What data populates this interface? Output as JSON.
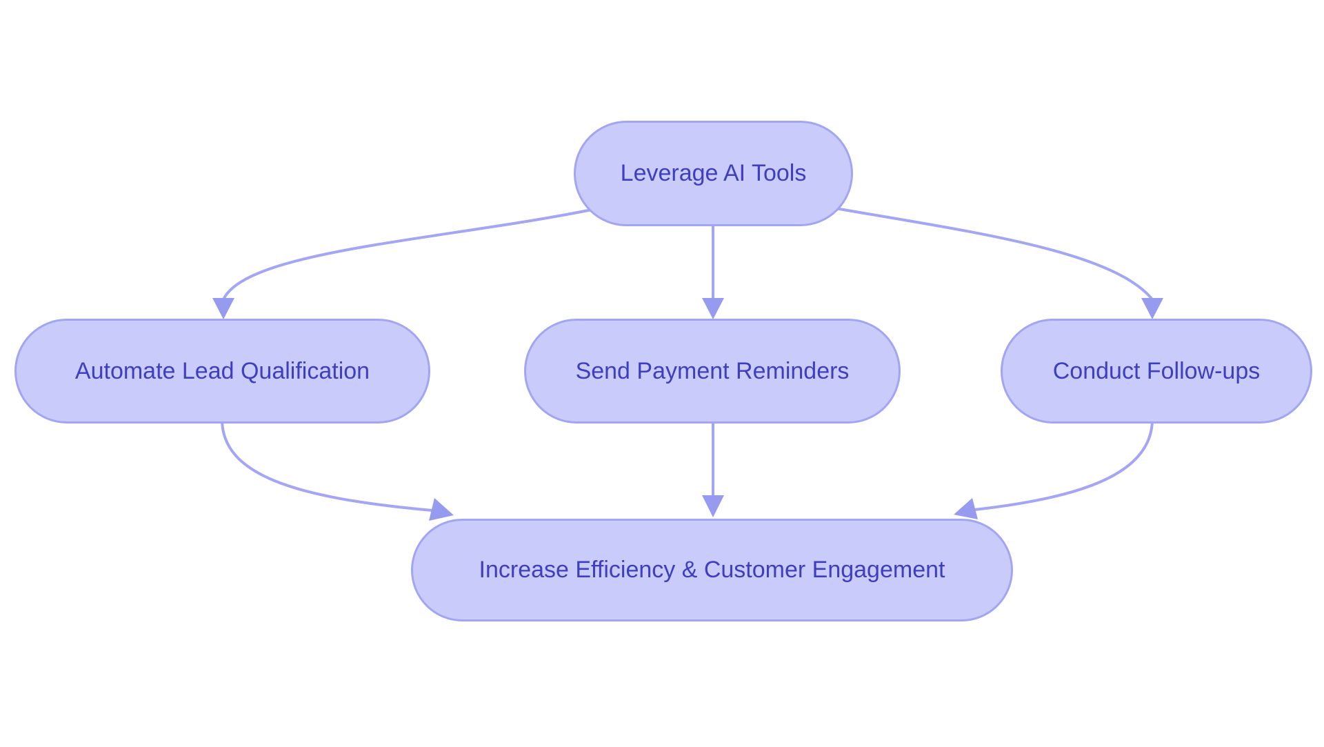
{
  "diagram": {
    "type": "flowchart",
    "direction": "top-down",
    "background_color": "#ffffff",
    "colors": {
      "node_fill": "#c9cbfa",
      "node_border": "#a1a5f3",
      "node_text": "#3d3fc0",
      "edge": "#9a9ef2"
    },
    "nodes": [
      {
        "id": "leverage-ai-tools",
        "label": "Leverage AI Tools"
      },
      {
        "id": "automate-lead-qualification",
        "label": "Automate Lead Qualification"
      },
      {
        "id": "send-payment-reminders",
        "label": "Send Payment Reminders"
      },
      {
        "id": "conduct-follow-ups",
        "label": "Conduct Follow-ups"
      },
      {
        "id": "increase-efficiency-customer-engagement",
        "label": "Increase Efficiency & Customer Engagement"
      }
    ],
    "edges": [
      {
        "from": "leverage-ai-tools",
        "to": "automate-lead-qualification"
      },
      {
        "from": "leverage-ai-tools",
        "to": "send-payment-reminders"
      },
      {
        "from": "leverage-ai-tools",
        "to": "conduct-follow-ups"
      },
      {
        "from": "automate-lead-qualification",
        "to": "increase-efficiency-customer-engagement"
      },
      {
        "from": "send-payment-reminders",
        "to": "increase-efficiency-customer-engagement"
      },
      {
        "from": "conduct-follow-ups",
        "to": "increase-efficiency-customer-engagement"
      }
    ]
  }
}
